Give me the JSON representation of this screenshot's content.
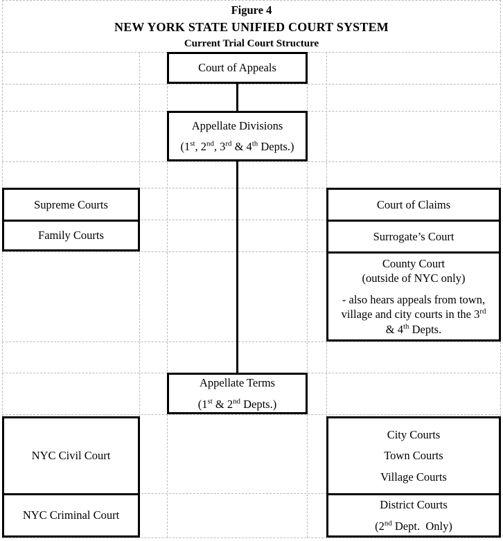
{
  "title": {
    "figure": "Figure 4",
    "heading": "NEW YORK STATE UNIFIED COURT SYSTEM",
    "subheading": "Current Trial Court Structure"
  },
  "boxes": {
    "court_of_appeals": {
      "label": "Court of Appeals"
    },
    "appellate_divisions": {
      "line1": "Appellate Divisions",
      "line2_pre": "(1",
      "line2_sup1": "st",
      "line2_mid1": ", 2",
      "line2_sup2": "nd",
      "line2_mid2": ", 3",
      "line2_sup3": "rd",
      "line2_mid3": " & 4",
      "line2_sup4": "th",
      "line2_post": " Depts.)"
    },
    "supreme_courts": {
      "label": "Supreme Courts"
    },
    "family_courts": {
      "label": "Family Courts"
    },
    "court_of_claims": {
      "label": "Court of Claims"
    },
    "surrogates_court": {
      "label": "Surrogate’s Court"
    },
    "county_court": {
      "line1": "County Court",
      "line2": "(outside of NYC only)",
      "note_line1": "- also hears appeals from town,",
      "note_line2_pre": "village and city courts in the 3",
      "note_line2_sup": "rd",
      "note_line3_pre": "& 4",
      "note_line3_sup": "th",
      "note_line3_post": " Depts."
    },
    "appellate_terms": {
      "line1": "Appellate Terms",
      "line2_pre": "(1",
      "line2_sup1": "st",
      "line2_mid": " & 2",
      "line2_sup2": "nd",
      "line2_post": " Depts.)"
    },
    "nyc_civil_court": {
      "label": "NYC Civil Court"
    },
    "nyc_criminal_court": {
      "label": "NYC Criminal Court"
    },
    "local_courts": {
      "line1": "City Courts",
      "line2": "Town Courts",
      "line3": "Village Courts"
    },
    "district_courts": {
      "line1": "District Courts",
      "line2_pre": "(2",
      "line2_sup": "nd",
      "line2_post": " Dept.  Only)"
    }
  },
  "colors": {
    "box_border": "#000000",
    "grid_line": "#b9b9b9",
    "background": "#ffffff",
    "text": "#000000"
  }
}
